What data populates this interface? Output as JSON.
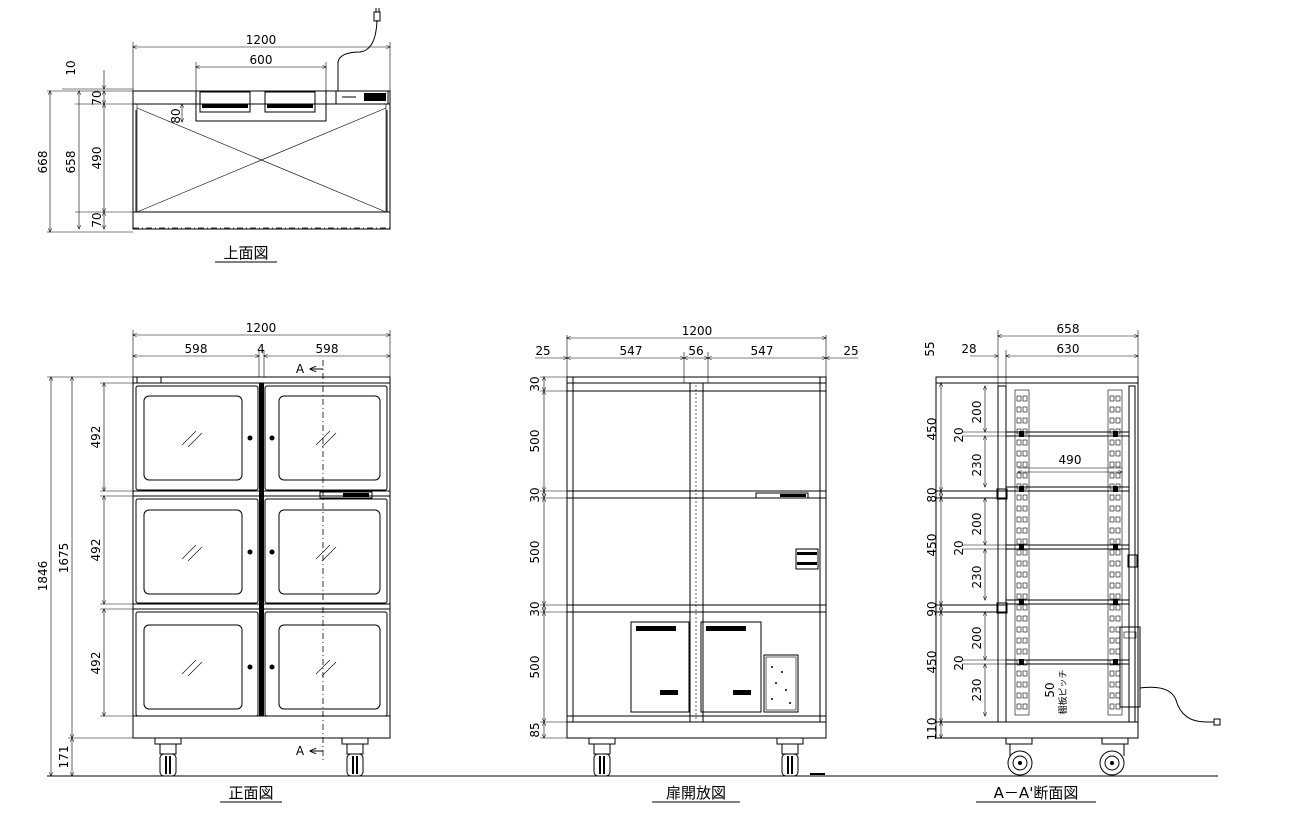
{
  "views": {
    "top": {
      "title": "上面図",
      "dims": {
        "width": "1200",
        "unit_width": "600",
        "depth_total": "668",
        "depth_body": "658",
        "front_gap": "10",
        "frame_front": "70",
        "frame_back": "70",
        "inner": "490",
        "unit_depth": "80"
      }
    },
    "front": {
      "title": "正面図",
      "section_mark": "A",
      "dims": {
        "width": "1200",
        "door_left": "598",
        "gap": "4",
        "door_right": "598",
        "height_total": "1846",
        "body_height": "1675",
        "caster": "171",
        "door1": "492",
        "door2": "492",
        "door3": "492"
      }
    },
    "open": {
      "title": "扉開放図",
      "dims": {
        "width": "1200",
        "side_left": "25",
        "bay_left": "547",
        "post": "56",
        "bay_right": "547",
        "side_right": "25",
        "top": "30",
        "bay1": "500",
        "mid1": "30",
        "bay2": "500",
        "mid2": "30",
        "bay3": "500",
        "bottom": "85"
      }
    },
    "section": {
      "title": "A－A'断面図",
      "dims": {
        "depth": "658",
        "front_offset": "28",
        "inner_depth": "630",
        "top": "55",
        "tier1": "450",
        "tier2": "450",
        "tier3": "450",
        "gap1": "80",
        "gap2": "90",
        "base": "110",
        "pitch200": "200",
        "pitch20": "20",
        "pitch230": "230",
        "shelf": "490",
        "shelf_pitch": "50",
        "shelf_pitch_label": "棚板ピッチ"
      }
    }
  }
}
